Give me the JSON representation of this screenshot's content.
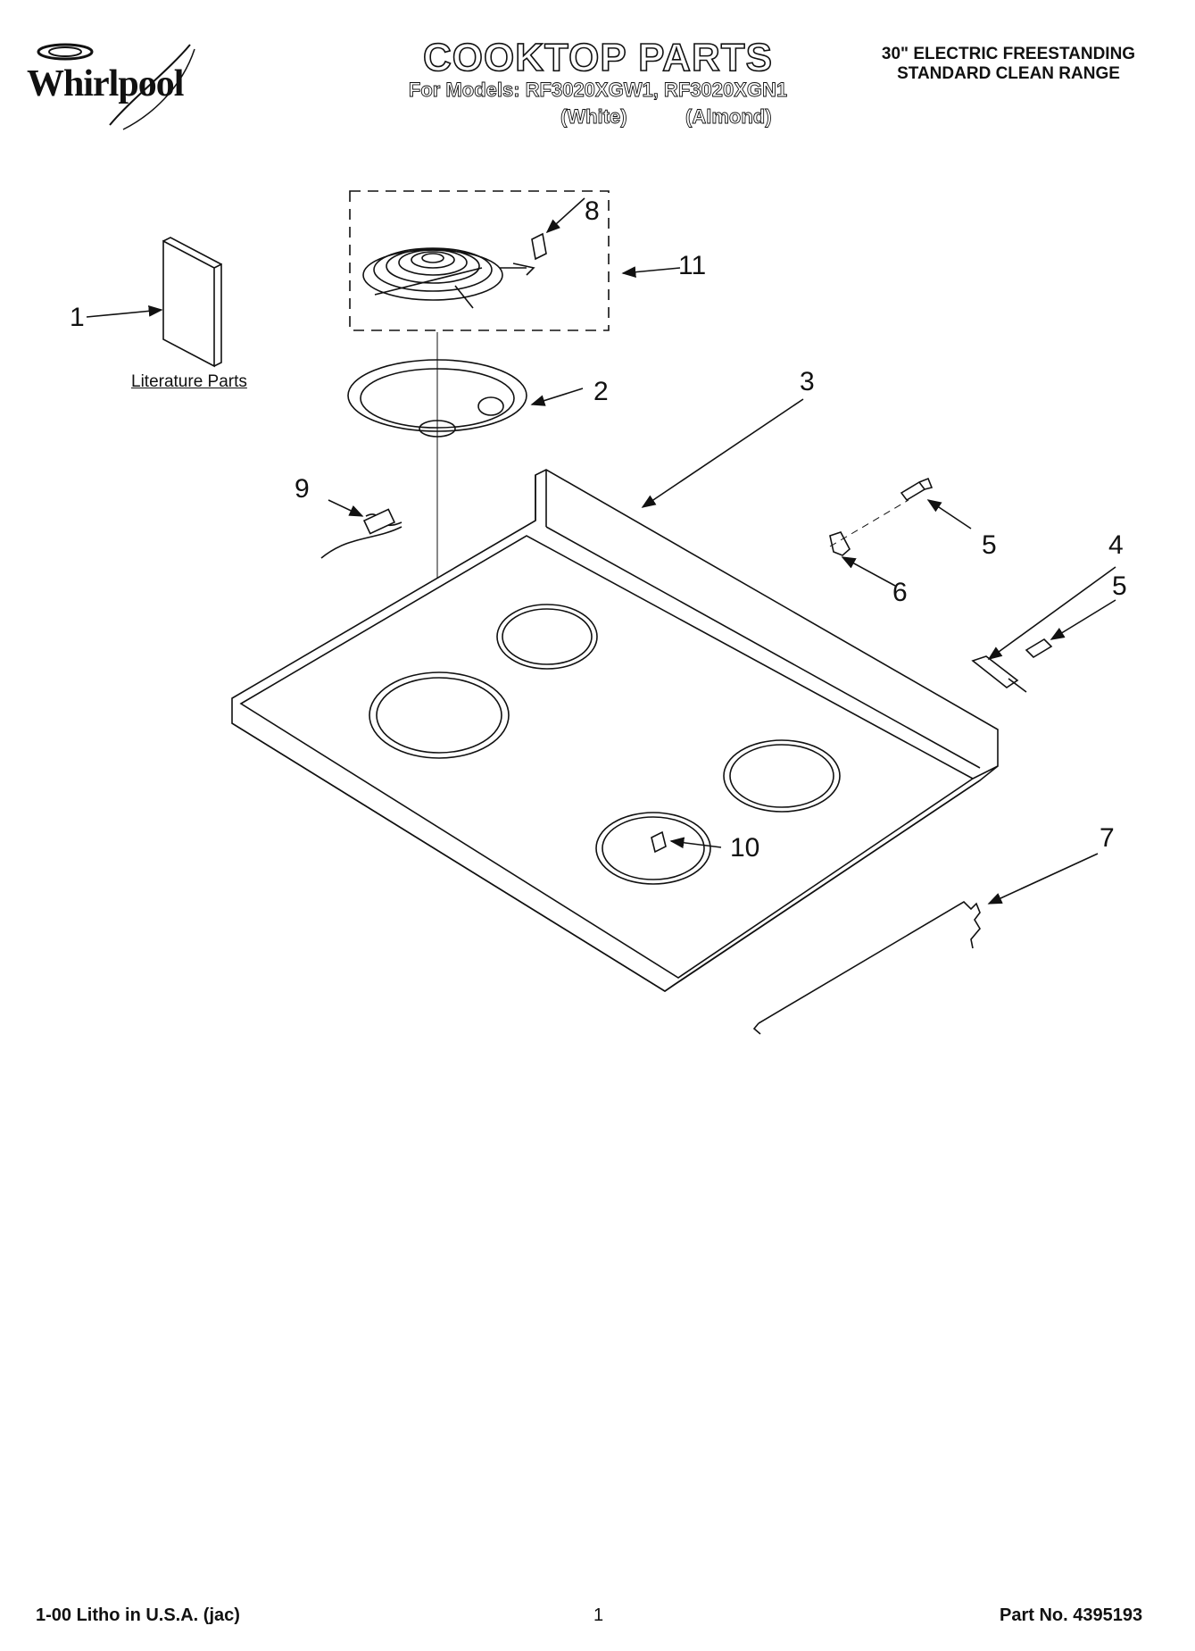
{
  "header": {
    "brand": "Whirlpool",
    "title": "COOKTOP PARTS",
    "models_line": "For Models: RF3020XGW1, RF3020XGN1",
    "variant_white": "(White)",
    "variant_almond": "(Almond)",
    "range_line1": "30\" ELECTRIC FREESTANDING",
    "range_line2": "STANDARD CLEAN RANGE"
  },
  "diagram": {
    "literature_label": "Literature Parts",
    "callouts": [
      "1",
      "2",
      "3",
      "4",
      "5",
      "5",
      "6",
      "7",
      "8",
      "9",
      "10",
      "11"
    ]
  },
  "footer": {
    "litho": "1-00 Litho in U.S.A. (jac)",
    "page_number": "1",
    "part_number": "Part No. 4395193"
  },
  "colors": {
    "line": "#111111",
    "background": "#ffffff"
  }
}
